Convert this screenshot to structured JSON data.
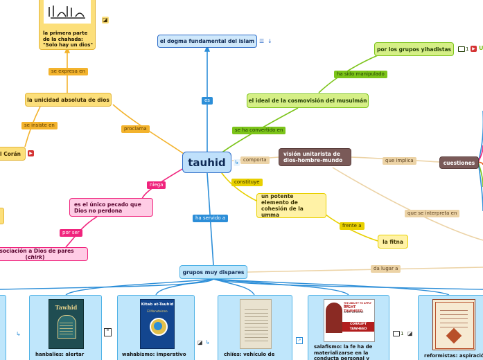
{
  "nodes": {
    "tauhid": "tauhid",
    "dogma": "el dogma fundamental del islam",
    "unicidad": "la unicidad absoluta de dios",
    "primera_parte": "la primera parte de la chahada: \"Solo hay un dios\"",
    "coran": "el Corán",
    "pecado": "es el único pecado que Dios no perdona",
    "asociacion": "asociación a Dios de pares (chirk)",
    "ideal": "el ideal de la cosmovisión del musulmán",
    "grupos_yihadistas": "por los grupos yihadistas",
    "vision": "visión unitarista de dios-hombre-mundo",
    "cuestiones": "cuestiones",
    "cohesion": "un potente elemento de cohesión de la umma",
    "fitna": "la fitna",
    "grupos_dispares": "grupos muy dispares"
  },
  "links": {
    "es": "es",
    "se_expresa_en": "se expresa en",
    "proclama": "proclama",
    "se_insiste_en": "se insiste en",
    "niega": "niega",
    "por_ser": "por ser",
    "se_ha_convertido_en": "se ha convertido en",
    "ha_sido_manipulado": "ha sido manipulado",
    "comporta": "comporta",
    "que_implica": "que implica",
    "constituye": "constituye",
    "frente_a": "frente a",
    "que_se_interpreta_en": "que se interpreta en",
    "ha_servido_a": "ha servido a",
    "da_lugar_a": "da lugar a"
  },
  "cards": {
    "hanbalies": "hanbalies: alertar",
    "wahabismo": "wahabismo: imperativo",
    "chiies": "chiíes: vehículo de",
    "salafismo": "salafismo: la fe ha de materializarse en la conducta personal y",
    "reformistas": "reformistas: aspiración"
  },
  "book_covers": {
    "hanbalies": "Tawhid",
    "wahabismo": "Kitab at-Tauhid",
    "wahabismo_sub": "El Monoteísmo",
    "salafismo": [
      "THE ABILITY TO APPLY THE",
      "RIGHT TAWHEED",
      "IS NOT AS SIMPLE",
      "CORRUPT TAWHEED"
    ]
  },
  "badges": {
    "comment_count_yihadistas": "1",
    "comment_count_salafismo": "1"
  },
  "icons": [
    "link-icon",
    "notes-icon",
    "attachment-icon",
    "comment-icon",
    "map-icon",
    "media-icon",
    "text-icon",
    "expand-icon"
  ],
  "colors": {
    "blue_node": "#cfe8fb",
    "blue_border": "#2d6cc8",
    "yellow_node": "#fcdf7a",
    "green_node": "#d5ef86",
    "pink_node": "#ff8fc8",
    "brown_node": "#7a5a58",
    "link_orange": "#f3b32d",
    "link_green": "#7cc41a",
    "link_pink": "#f0247d",
    "link_blue": "#2c8ed8",
    "link_beige": "#ecd3a6"
  }
}
